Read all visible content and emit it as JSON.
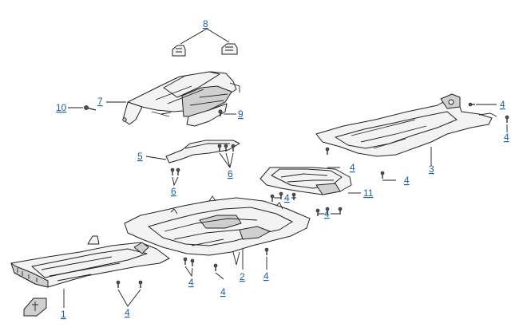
{
  "diagram": {
    "callouts": {
      "c1": "1",
      "c2": "2",
      "c3": "3",
      "c4": "4",
      "c5": "5",
      "c6": "6",
      "c7": "7",
      "c8": "8",
      "c9": "9",
      "c10": "10",
      "c11": "11"
    },
    "colors": {
      "callout": "#1a5fa8",
      "line": "#222222",
      "part_fill": "#f3f3f3"
    },
    "icons": {
      "orientation": "front-direction-arrow-icon"
    }
  }
}
